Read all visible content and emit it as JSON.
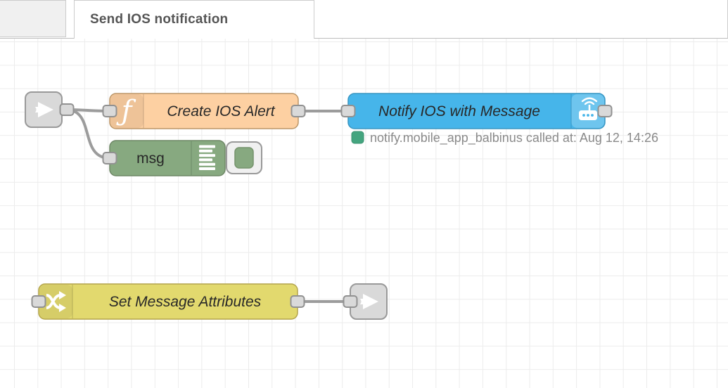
{
  "tab_bar": {
    "active_tab_label": "Send IOS notification"
  },
  "flow": {
    "nodes": {
      "link_in": {
        "type": "link-in",
        "color": "#d9d9d9"
      },
      "function": {
        "label": "Create IOS Alert",
        "color": "#fdd0a2"
      },
      "debug": {
        "label": "msg",
        "color": "#87a980",
        "button_color": "#87a980"
      },
      "service": {
        "label": "Notify IOS with Message",
        "color": "#46b5ea"
      },
      "change": {
        "label": "Set Message Attributes",
        "color": "#e2d96e"
      },
      "link_out": {
        "type": "link-out",
        "color": "#d9d9d9"
      }
    },
    "status": {
      "text": "notify.mobile_app_balbinus called at: Aug 12, 14:26",
      "indicator_color": "#44a57f"
    }
  }
}
